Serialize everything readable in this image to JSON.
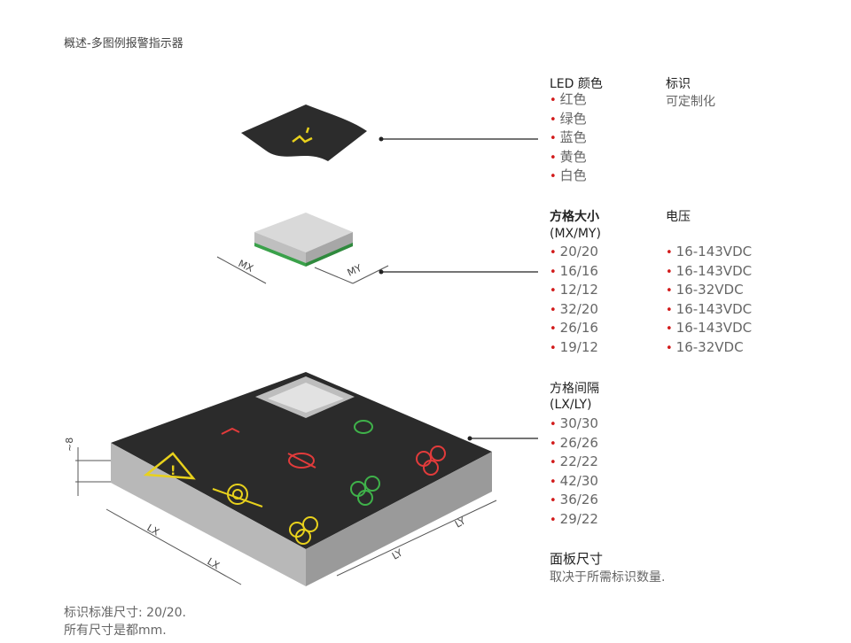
{
  "title": "概述-多图例报警指示器",
  "led": {
    "heading": "LED 颜色",
    "colors": [
      "红色",
      "绿色",
      "蓝色",
      "黄色",
      "白色"
    ]
  },
  "marking": {
    "heading": "标识",
    "value": "可定制化"
  },
  "grid_size": {
    "heading": "方格大小",
    "sub": "(MX/MY)",
    "values": [
      "20/20",
      "16/16",
      "12/12",
      "32/20",
      "26/16",
      "19/12"
    ]
  },
  "voltage": {
    "heading": "电压",
    "values": [
      "16-143VDC",
      "16-143VDC",
      "16-32VDC",
      "16-143VDC",
      "16-143VDC",
      "16-32VDC"
    ]
  },
  "spacing": {
    "heading": "方格间隔",
    "sub": "(LX/LY)",
    "values": [
      "30/30",
      "26/26",
      "22/22",
      "42/30",
      "36/26",
      "29/22"
    ]
  },
  "panel": {
    "heading": "面板尺寸",
    "note": "取决于所需标识数量."
  },
  "footnote": {
    "line1": "标识标准尺寸: 20/20.",
    "line2": "所有尺寸是都mm."
  },
  "dims": {
    "mx": "MX",
    "my": "MY",
    "lx": "LX",
    "ly": "LY",
    "h": "~8"
  },
  "bullet": "•",
  "colors": {
    "bullet": "#d21b1b",
    "panel": "#2b2b2b",
    "red": "#e23b3b",
    "green": "#3fb24a",
    "yellow": "#e8d11c"
  },
  "icons": [
    "person-sign-icon",
    "warning-triangle-icon",
    "fuel-pump-icon",
    "no-entry-icon",
    "target-rings-icon"
  ]
}
